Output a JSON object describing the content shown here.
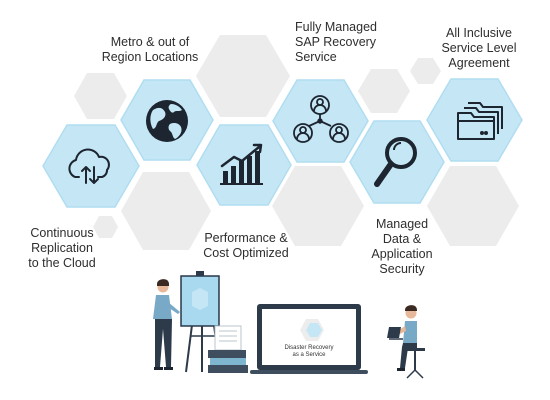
{
  "labels": {
    "metro": [
      "Metro & out of",
      "Region Locations"
    ],
    "managed_sap": [
      "Fully Managed",
      "SAP Recovery",
      "Service"
    ],
    "sla": [
      "All Inclusive",
      "Service Level",
      "Agreement"
    ],
    "continuous": [
      "Continuous",
      "Replication",
      "to the Cloud"
    ],
    "performance": [
      "Performance &",
      "Cost Optimized"
    ],
    "security": [
      "Managed",
      "Data &",
      "Application",
      "Security"
    ]
  },
  "screen_caption": [
    "Disaster Recovery",
    "as a Service"
  ],
  "icons": {
    "cloud": "cloud-sync-icon",
    "globe": "globe-icon",
    "growth": "growth-chart-icon",
    "network": "user-network-icon",
    "search": "magnifier-icon",
    "folders": "folders-icon"
  },
  "colors": {
    "hex_gray": "#ececec",
    "hex_blue": "#c5e7f5",
    "hex_blue_border": "#9fd6ee",
    "icon": "#1c2530",
    "text": "#2e2e2e"
  }
}
